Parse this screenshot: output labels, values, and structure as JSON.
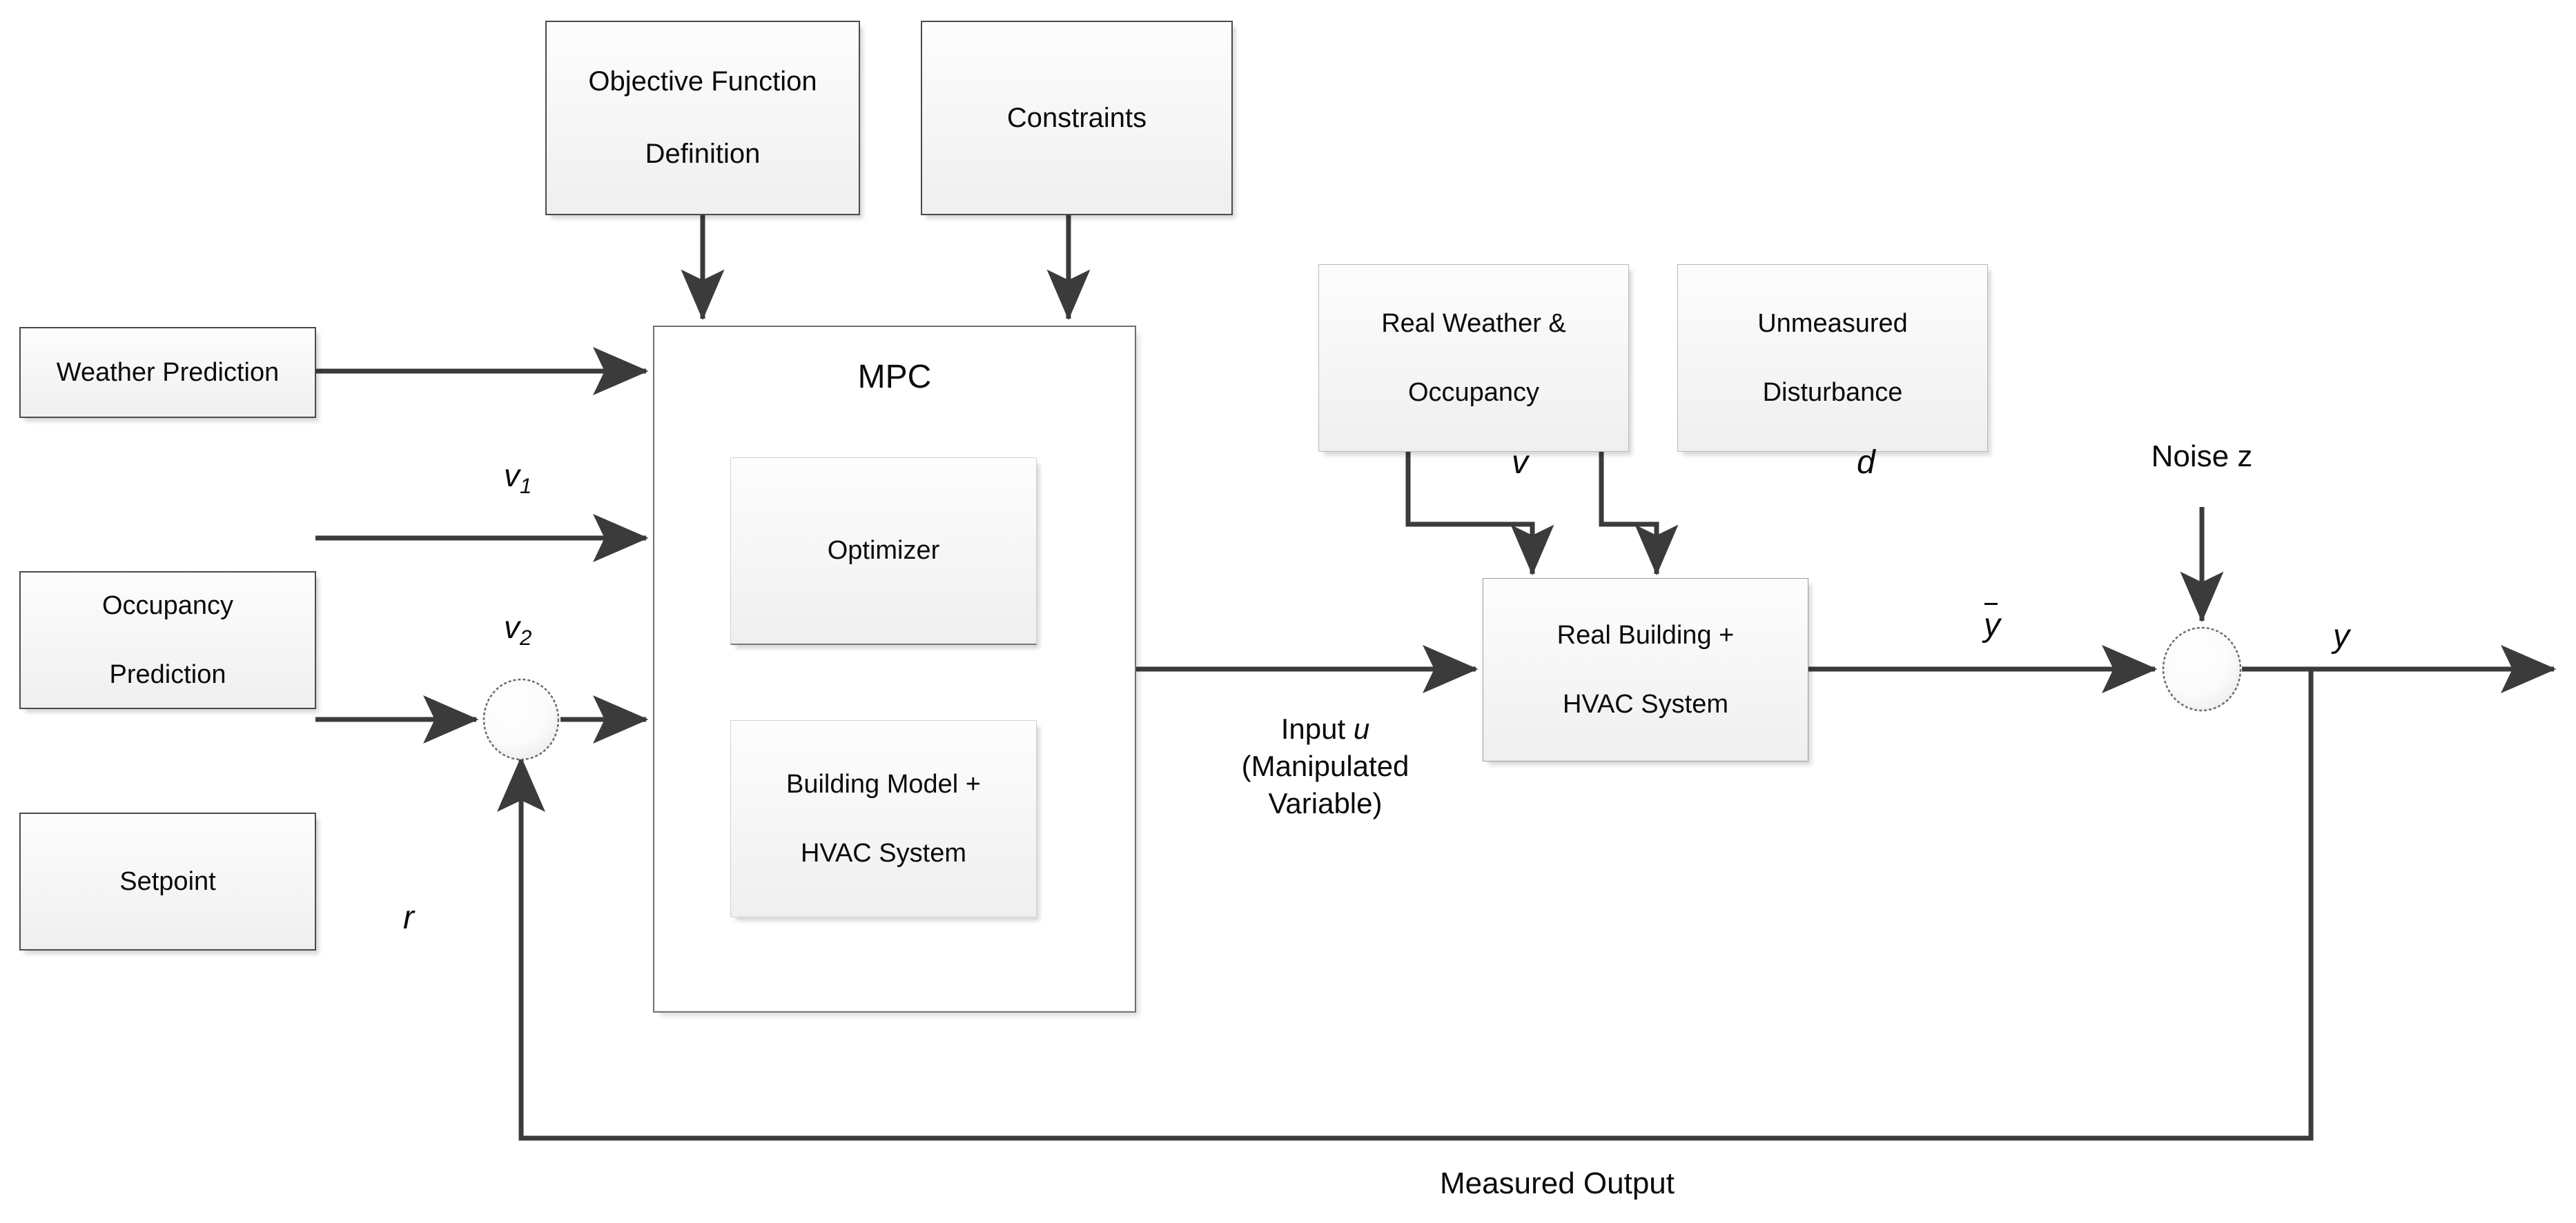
{
  "diagram": {
    "title_block": "MPC",
    "blocks": {
      "objective": "Objective Function Definition",
      "objective_l1": "Objective Function",
      "objective_l2": "Definition",
      "constraints": "Constraints",
      "weather_prediction": "Weather Prediction",
      "occupancy_prediction_l1": "Occupancy",
      "occupancy_prediction_l2": "Prediction",
      "setpoint": "Setpoint",
      "optimizer": "Optimizer",
      "building_model_l1": "Building Model +",
      "building_model_l2": "HVAC System",
      "real_weather_l1": "Real Weather &",
      "real_weather_l2": "Occupancy",
      "unmeasured_l1": "Unmeasured",
      "unmeasured_l2": "Disturbance",
      "real_building_l1": "Real Building +",
      "real_building_l2": "HVAC System"
    },
    "signals": {
      "v1_base": "v",
      "v1_sub": "1",
      "v2_base": "v",
      "v2_sub": "2",
      "r": "r",
      "v": "v",
      "d": "d",
      "u_prefix": "Input ",
      "u_symbol": "u",
      "u_line2": "(Manipulated",
      "u_line3": "Variable)",
      "y_bar": "y",
      "y": "y",
      "noise": "Noise z",
      "measured_output": "Measured Output"
    },
    "colors": {
      "line": "#3b3b3b",
      "block_border": "#4a4a4a",
      "mpc_border": "#6f6f6f",
      "text": "#0b0b0b",
      "background": "#ffffff"
    }
  }
}
